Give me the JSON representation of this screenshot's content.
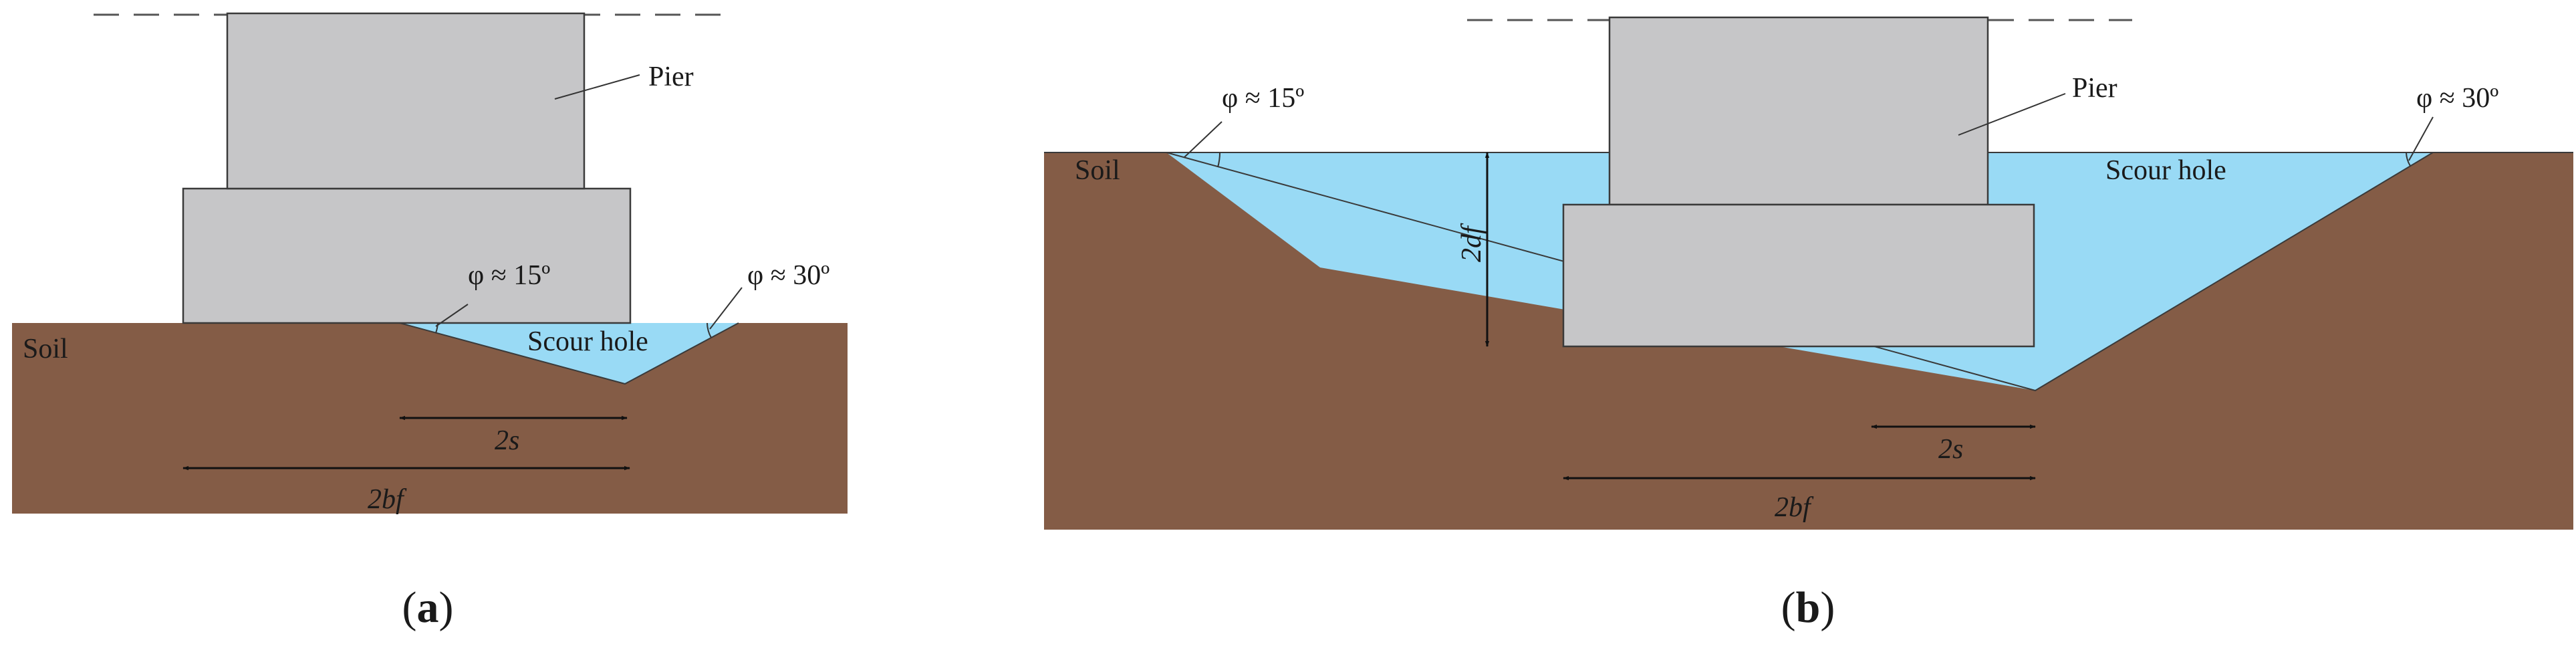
{
  "colors": {
    "soil": "#845C46",
    "pier": "#C6C6C8",
    "water": "#99DAF5",
    "outline": "#3A3A3A",
    "text": "#1A1A1A"
  },
  "panel_a": {
    "caption_open": "(",
    "caption_letter": "a",
    "caption_close": ")",
    "pier_label": "Pier",
    "soil_label": "Soil",
    "scour_hole_label": "Scour hole",
    "angle_left": "φ ≈ 15º",
    "angle_right": "φ ≈ 30º",
    "dim_scour_width": "2s",
    "dim_footing_width": "2bf"
  },
  "panel_b": {
    "caption_open": "(",
    "caption_letter": "b",
    "caption_close": ")",
    "pier_label": "Pier",
    "soil_label": "Soil",
    "scour_hole_label": "Scour hole",
    "angle_left": "φ ≈ 15º",
    "angle_right": "φ ≈ 30º",
    "dim_scour_width": "2s",
    "dim_footing_width": "2bf",
    "dim_depth": "2df"
  }
}
